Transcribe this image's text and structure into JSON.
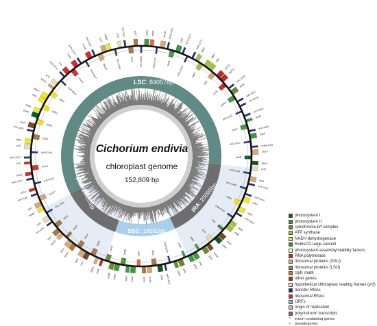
{
  "center": {
    "title": "Cichorium endivia",
    "subtitle": "chloroplast genome",
    "length": "152,809 bp"
  },
  "regions": {
    "lsc": {
      "name": "LSC",
      "size": ": 84057bp"
    },
    "ira": {
      "name": "IRA",
      "size": ": 25085bp"
    },
    "ssc": {
      "name": "SSC",
      "size": ": 18582bp"
    },
    "irb": {
      "name": "IRB",
      "size": ": 25085bp"
    }
  },
  "legend": {
    "items": [
      {
        "label": "photosystem I",
        "color": "#0b5e1f"
      },
      {
        "label": "photosystem II",
        "color": "#3d9a3a"
      },
      {
        "label": "cytochrome b/f complex",
        "color": "#6e8a30"
      },
      {
        "label": "ATP synthase",
        "color": "#a3c33b"
      },
      {
        "label": "NADH dehydrogenase",
        "color": "#f2ea14"
      },
      {
        "label": "RubisCO large subunit",
        "color": "#3f8a4a"
      },
      {
        "label": "photosystem assembly/stability factors",
        "color": "#f6f3c1"
      },
      {
        "label": "RNA polymerase",
        "color": "#c62828"
      },
      {
        "label": "ribosomal proteins (SSU)",
        "color": "#d9a878"
      },
      {
        "label": "ribosomal proteins (LSU)",
        "color": "#a8793e"
      },
      {
        "label": "clpP, matK",
        "color": "#e8692a"
      },
      {
        "label": "other genes",
        "color": "#7a4a24"
      },
      {
        "label": "hypothetical chloroplast reading frames (ycf)",
        "color": "#e8ddb8"
      },
      {
        "label": "transfer RNAs",
        "color": "#1f2f7a"
      },
      {
        "label": "ribosomal RNAs",
        "color": "#d62b2b"
      },
      {
        "label": "ORFs",
        "color": "#7fc6c9"
      },
      {
        "label": "origin of replication",
        "color": "#e9a7b8"
      },
      {
        "label": "polycistronic transcripts",
        "color": "#a24aa0"
      }
    ],
    "note_intron": "intron-containing genes",
    "note_pseudo": "pseudogenes",
    "mark_intron": "*",
    "mark_pseudo": "•"
  },
  "genes": {
    "outer": [
      {
        "name": "trnH-GUG",
        "color": "#1f2f7a"
      },
      {
        "name": "psbA",
        "color": "#3d9a3a"
      },
      {
        "name": "matK",
        "color": "#e8692a"
      },
      {
        "name": "trnK-UUU*",
        "color": "#1f2f7a"
      },
      {
        "name": "rps16*",
        "color": "#d9a878"
      },
      {
        "name": "trnQ-UUG",
        "color": "#1f2f7a"
      },
      {
        "name": "psbK",
        "color": "#3d9a3a"
      },
      {
        "name": "psbI",
        "color": "#3d9a3a"
      },
      {
        "name": "trnS-GCU",
        "color": "#1f2f7a"
      },
      {
        "name": "trnG-UCC*",
        "color": "#1f2f7a"
      },
      {
        "name": "trnR-UCU",
        "color": "#1f2f7a"
      },
      {
        "name": "atpA",
        "color": "#a3c33b"
      },
      {
        "name": "atpF*",
        "color": "#a3c33b"
      },
      {
        "name": "atpH",
        "color": "#a3c33b"
      },
      {
        "name": "atpI",
        "color": "#a3c33b"
      },
      {
        "name": "rps2",
        "color": "#d9a878"
      },
      {
        "name": "rpoC2",
        "color": "#c62828"
      },
      {
        "name": "rpoC1*",
        "color": "#c62828"
      },
      {
        "name": "rpoB",
        "color": "#c62828"
      },
      {
        "name": "trnC-GCA",
        "color": "#1f2f7a"
      },
      {
        "name": "petN",
        "color": "#6e8a30"
      },
      {
        "name": "psbM",
        "color": "#3d9a3a"
      },
      {
        "name": "trnD-GUC",
        "color": "#1f2f7a"
      },
      {
        "name": "trnY-GUA",
        "color": "#1f2f7a"
      },
      {
        "name": "trnE-UUC",
        "color": "#1f2f7a"
      },
      {
        "name": "trnT-GGU",
        "color": "#1f2f7a"
      },
      {
        "name": "psbD",
        "color": "#3d9a3a"
      },
      {
        "name": "psbC",
        "color": "#3d9a3a"
      },
      {
        "name": "trnS-UGA",
        "color": "#1f2f7a"
      },
      {
        "name": "psbZ",
        "color": "#3d9a3a"
      },
      {
        "name": "trnG-GCC",
        "color": "#1f2f7a"
      },
      {
        "name": "trnfM-CAU",
        "color": "#1f2f7a"
      },
      {
        "name": "rps14",
        "color": "#d9a878"
      },
      {
        "name": "psaB",
        "color": "#0b5e1f"
      },
      {
        "name": "psaA",
        "color": "#0b5e1f"
      },
      {
        "name": "ycf3*",
        "color": "#e8ddb8"
      },
      {
        "name": "trnS-GGA",
        "color": "#1f2f7a"
      },
      {
        "name": "rps4",
        "color": "#d9a878"
      },
      {
        "name": "trnT-UGU",
        "color": "#1f2f7a"
      },
      {
        "name": "trnL-UAA*",
        "color": "#1f2f7a"
      },
      {
        "name": "trnF-GAA",
        "color": "#1f2f7a"
      },
      {
        "name": "ndhJ",
        "color": "#f2ea14"
      },
      {
        "name": "ndhK",
        "color": "#f2ea14"
      },
      {
        "name": "ndhC",
        "color": "#f2ea14"
      },
      {
        "name": "trnV-UAC*",
        "color": "#1f2f7a"
      },
      {
        "name": "trnM-CAU",
        "color": "#1f2f7a"
      },
      {
        "name": "atpE",
        "color": "#a3c33b"
      },
      {
        "name": "atpB",
        "color": "#a3c33b"
      },
      {
        "name": "rbcL",
        "color": "#3f8a4a"
      },
      {
        "name": "accD",
        "color": "#7a4a24"
      },
      {
        "name": "psaI",
        "color": "#0b5e1f"
      },
      {
        "name": "ycf4",
        "color": "#e8ddb8"
      },
      {
        "name": "cemA",
        "color": "#7a4a24"
      },
      {
        "name": "petA",
        "color": "#6e8a30"
      },
      {
        "name": "psbJ",
        "color": "#3d9a3a"
      },
      {
        "name": "psbL",
        "color": "#3d9a3a"
      },
      {
        "name": "psbF",
        "color": "#3d9a3a"
      },
      {
        "name": "psbE",
        "color": "#3d9a3a"
      },
      {
        "name": "petL",
        "color": "#6e8a30"
      },
      {
        "name": "petG",
        "color": "#6e8a30"
      },
      {
        "name": "trnW-CCA",
        "color": "#1f2f7a"
      },
      {
        "name": "trnP-UGG",
        "color": "#1f2f7a"
      },
      {
        "name": "psaJ",
        "color": "#0b5e1f"
      },
      {
        "name": "rpl33",
        "color": "#a8793e"
      },
      {
        "name": "rps18",
        "color": "#d9a878"
      },
      {
        "name": "rpl20",
        "color": "#a8793e"
      },
      {
        "name": "clpP*",
        "color": "#e8692a"
      },
      {
        "name": "psbB",
        "color": "#3d9a3a"
      },
      {
        "name": "psbT",
        "color": "#3d9a3a"
      },
      {
        "name": "psbN",
        "color": "#3d9a3a"
      },
      {
        "name": "psbH",
        "color": "#3d9a3a"
      },
      {
        "name": "petB*",
        "color": "#6e8a30"
      },
      {
        "name": "petD*",
        "color": "#6e8a30"
      },
      {
        "name": "rpoA",
        "color": "#c62828"
      },
      {
        "name": "rps11",
        "color": "#d9a878"
      },
      {
        "name": "rpl36",
        "color": "#a8793e"
      },
      {
        "name": "infA",
        "color": "#7a4a24"
      },
      {
        "name": "rps8",
        "color": "#d9a878"
      },
      {
        "name": "rpl14",
        "color": "#a8793e"
      },
      {
        "name": "rpl16*",
        "color": "#a8793e"
      },
      {
        "name": "rps3",
        "color": "#d9a878"
      },
      {
        "name": "rpl22",
        "color": "#a8793e"
      },
      {
        "name": "rps19",
        "color": "#d9a878"
      },
      {
        "name": "rpl2*",
        "color": "#a8793e"
      },
      {
        "name": "rpl23",
        "color": "#a8793e"
      },
      {
        "name": "trnI-CAU",
        "color": "#1f2f7a"
      },
      {
        "name": "ycf2",
        "color": "#e8ddb8"
      },
      {
        "name": "trnL-CAA",
        "color": "#1f2f7a"
      },
      {
        "name": "ndhB*",
        "color": "#f2ea14"
      },
      {
        "name": "rps7",
        "color": "#d9a878"
      },
      {
        "name": "rps12*",
        "color": "#d9a878"
      },
      {
        "name": "trnV-GAC",
        "color": "#1f2f7a"
      },
      {
        "name": "rrn16",
        "color": "#d62b2b"
      },
      {
        "name": "trnI-GAU*",
        "color": "#1f2f7a"
      },
      {
        "name": "trnA-UGC*",
        "color": "#1f2f7a"
      },
      {
        "name": "rrn23",
        "color": "#d62b2b"
      },
      {
        "name": "rrn4.5",
        "color": "#d62b2b"
      },
      {
        "name": "rrn5",
        "color": "#d62b2b"
      },
      {
        "name": "trnR-ACG",
        "color": "#1f2f7a"
      },
      {
        "name": "trnN-GUU",
        "color": "#1f2f7a"
      },
      {
        "name": "ycf1",
        "color": "#e8ddb8"
      },
      {
        "name": "ndhF",
        "color": "#f2ea14"
      },
      {
        "name": "rpl32",
        "color": "#a8793e"
      },
      {
        "name": "trnL-UAG",
        "color": "#1f2f7a"
      },
      {
        "name": "ccsA",
        "color": "#7a4a24"
      },
      {
        "name": "ndhD",
        "color": "#f2ea14"
      },
      {
        "name": "psaC",
        "color": "#0b5e1f"
      },
      {
        "name": "ndhE",
        "color": "#f2ea14"
      },
      {
        "name": "ndhG",
        "color": "#f2ea14"
      },
      {
        "name": "ndhI",
        "color": "#f2ea14"
      },
      {
        "name": "ndhA*",
        "color": "#f2ea14"
      },
      {
        "name": "ndhH",
        "color": "#f2ea14"
      },
      {
        "name": "rps15",
        "color": "#d9a878"
      },
      {
        "name": "ycf1",
        "color": "#e8ddb8"
      },
      {
        "name": "trnN-GUU",
        "color": "#1f2f7a"
      },
      {
        "name": "trnR-ACG",
        "color": "#1f2f7a"
      },
      {
        "name": "rrn5",
        "color": "#d62b2b"
      },
      {
        "name": "rrn4.5",
        "color": "#d62b2b"
      },
      {
        "name": "rrn23",
        "color": "#d62b2b"
      },
      {
        "name": "trnA-UGC*",
        "color": "#1f2f7a"
      },
      {
        "name": "trnI-GAU*",
        "color": "#1f2f7a"
      },
      {
        "name": "rrn16",
        "color": "#d62b2b"
      },
      {
        "name": "trnV-GAC",
        "color": "#1f2f7a"
      },
      {
        "name": "rps12*",
        "color": "#d9a878"
      },
      {
        "name": "rps7",
        "color": "#d9a878"
      },
      {
        "name": "ndhB*",
        "color": "#f2ea14"
      },
      {
        "name": "trnL-CAA",
        "color": "#1f2f7a"
      },
      {
        "name": "ycf2",
        "color": "#e8ddb8"
      },
      {
        "name": "trnI-CAU",
        "color": "#1f2f7a"
      },
      {
        "name": "rpl23",
        "color": "#a8793e"
      },
      {
        "name": "rpl2*",
        "color": "#a8793e"
      }
    ]
  }
}
